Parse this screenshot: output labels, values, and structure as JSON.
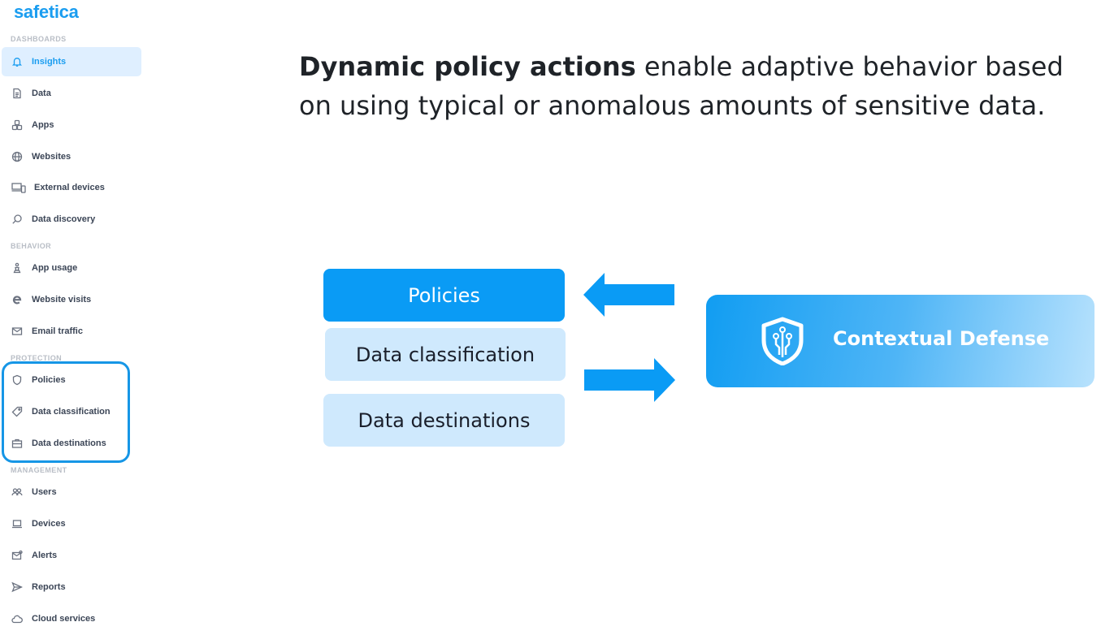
{
  "sidebar": {
    "logo": "safetica",
    "sections": {
      "dashboards": "DASHBOARDS",
      "behavior": "BEHAVIOR",
      "protection": "PROTECTION",
      "management": "MANAGEMENT"
    },
    "items": {
      "insights": {
        "label": "Insights",
        "icon": "bell-icon",
        "active": true
      },
      "data": {
        "label": "Data",
        "icon": "document-icon"
      },
      "apps": {
        "label": "Apps",
        "icon": "cubes-icon"
      },
      "websites": {
        "label": "Websites",
        "icon": "globe-icon"
      },
      "external_devices": {
        "label": "External devices",
        "icon": "devices-icon"
      },
      "data_discovery": {
        "label": "Data discovery",
        "icon": "search-icon"
      },
      "app_usage": {
        "label": "App usage",
        "icon": "chess-icon"
      },
      "website_visits": {
        "label": "Website visits",
        "icon": "browser-e-icon"
      },
      "email_traffic": {
        "label": "Email traffic",
        "icon": "envelope-icon"
      },
      "policies": {
        "label": "Policies",
        "icon": "shield-icon"
      },
      "data_classification": {
        "label": "Data classification",
        "icon": "tag-icon"
      },
      "data_destinations": {
        "label": "Data destinations",
        "icon": "briefcase-icon"
      },
      "users": {
        "label": "Users",
        "icon": "users-icon"
      },
      "devices": {
        "label": "Devices",
        "icon": "laptop-icon"
      },
      "alerts": {
        "label": "Alerts",
        "icon": "mail-alert-icon"
      },
      "reports": {
        "label": "Reports",
        "icon": "send-icon"
      },
      "cloud_services": {
        "label": "Cloud services",
        "icon": "cloud-icon"
      }
    }
  },
  "main": {
    "headline_bold": "Dynamic policy actions",
    "headline_rest": " enable adaptive behavior based on using typical or anomalous amounts of sensitive data.",
    "boxes": {
      "policies": "Policies",
      "data_classification": "Data classification",
      "data_destinations": "Data destinations"
    },
    "defense": {
      "label": "Contextual Defense",
      "icon": "shield-circuit-icon"
    }
  },
  "colors": {
    "accent": "#1a9df0",
    "highlight_border": "#1696e6",
    "policies_box": "#0a9bf5",
    "light_box": "#cfe9fd",
    "arrow": "#0a9bf5"
  }
}
